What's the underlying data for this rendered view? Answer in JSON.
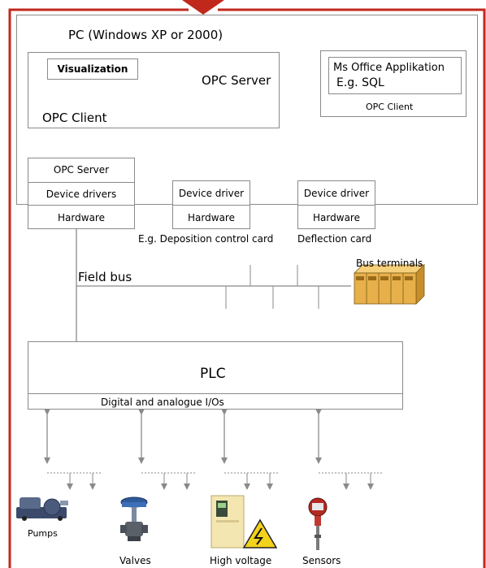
{
  "pc": {
    "title": "PC (Windows XP or 2000)",
    "visualization": "Visualization",
    "opc_server": "OPC Server",
    "opc_client": "OPC Client"
  },
  "office": {
    "line1": "Ms Office Applikation",
    "line2": "E.g. SQL",
    "opc_client": "OPC Client"
  },
  "stack1": {
    "row1": "OPC Server",
    "row2": "Device drivers",
    "row3": "Hardware"
  },
  "stack2": {
    "row1": "Device driver",
    "row2": "Hardware",
    "caption": "E.g. Deposition control card"
  },
  "stack3": {
    "row1": "Device driver",
    "row2": "Hardware",
    "caption": "Deflection card"
  },
  "field_bus": "Field bus",
  "bus_terminals": "Bus terminals",
  "plc": {
    "title": "PLC",
    "io": "Digital and analogue I/Os"
  },
  "devices": {
    "pumps": "Pumps",
    "valves": "Valves",
    "high_voltage": "High voltage",
    "sensors": "Sensors"
  },
  "colors": {
    "frame": "#c0281c",
    "line": "#8a8a8a",
    "terminal": "#e8b04a",
    "pump": "#3b4a6b",
    "valve": "#2f5a9a",
    "hv_cabinet": "#f3e6b0",
    "warning": "#f2d21b",
    "sensor": "#b52a22"
  }
}
